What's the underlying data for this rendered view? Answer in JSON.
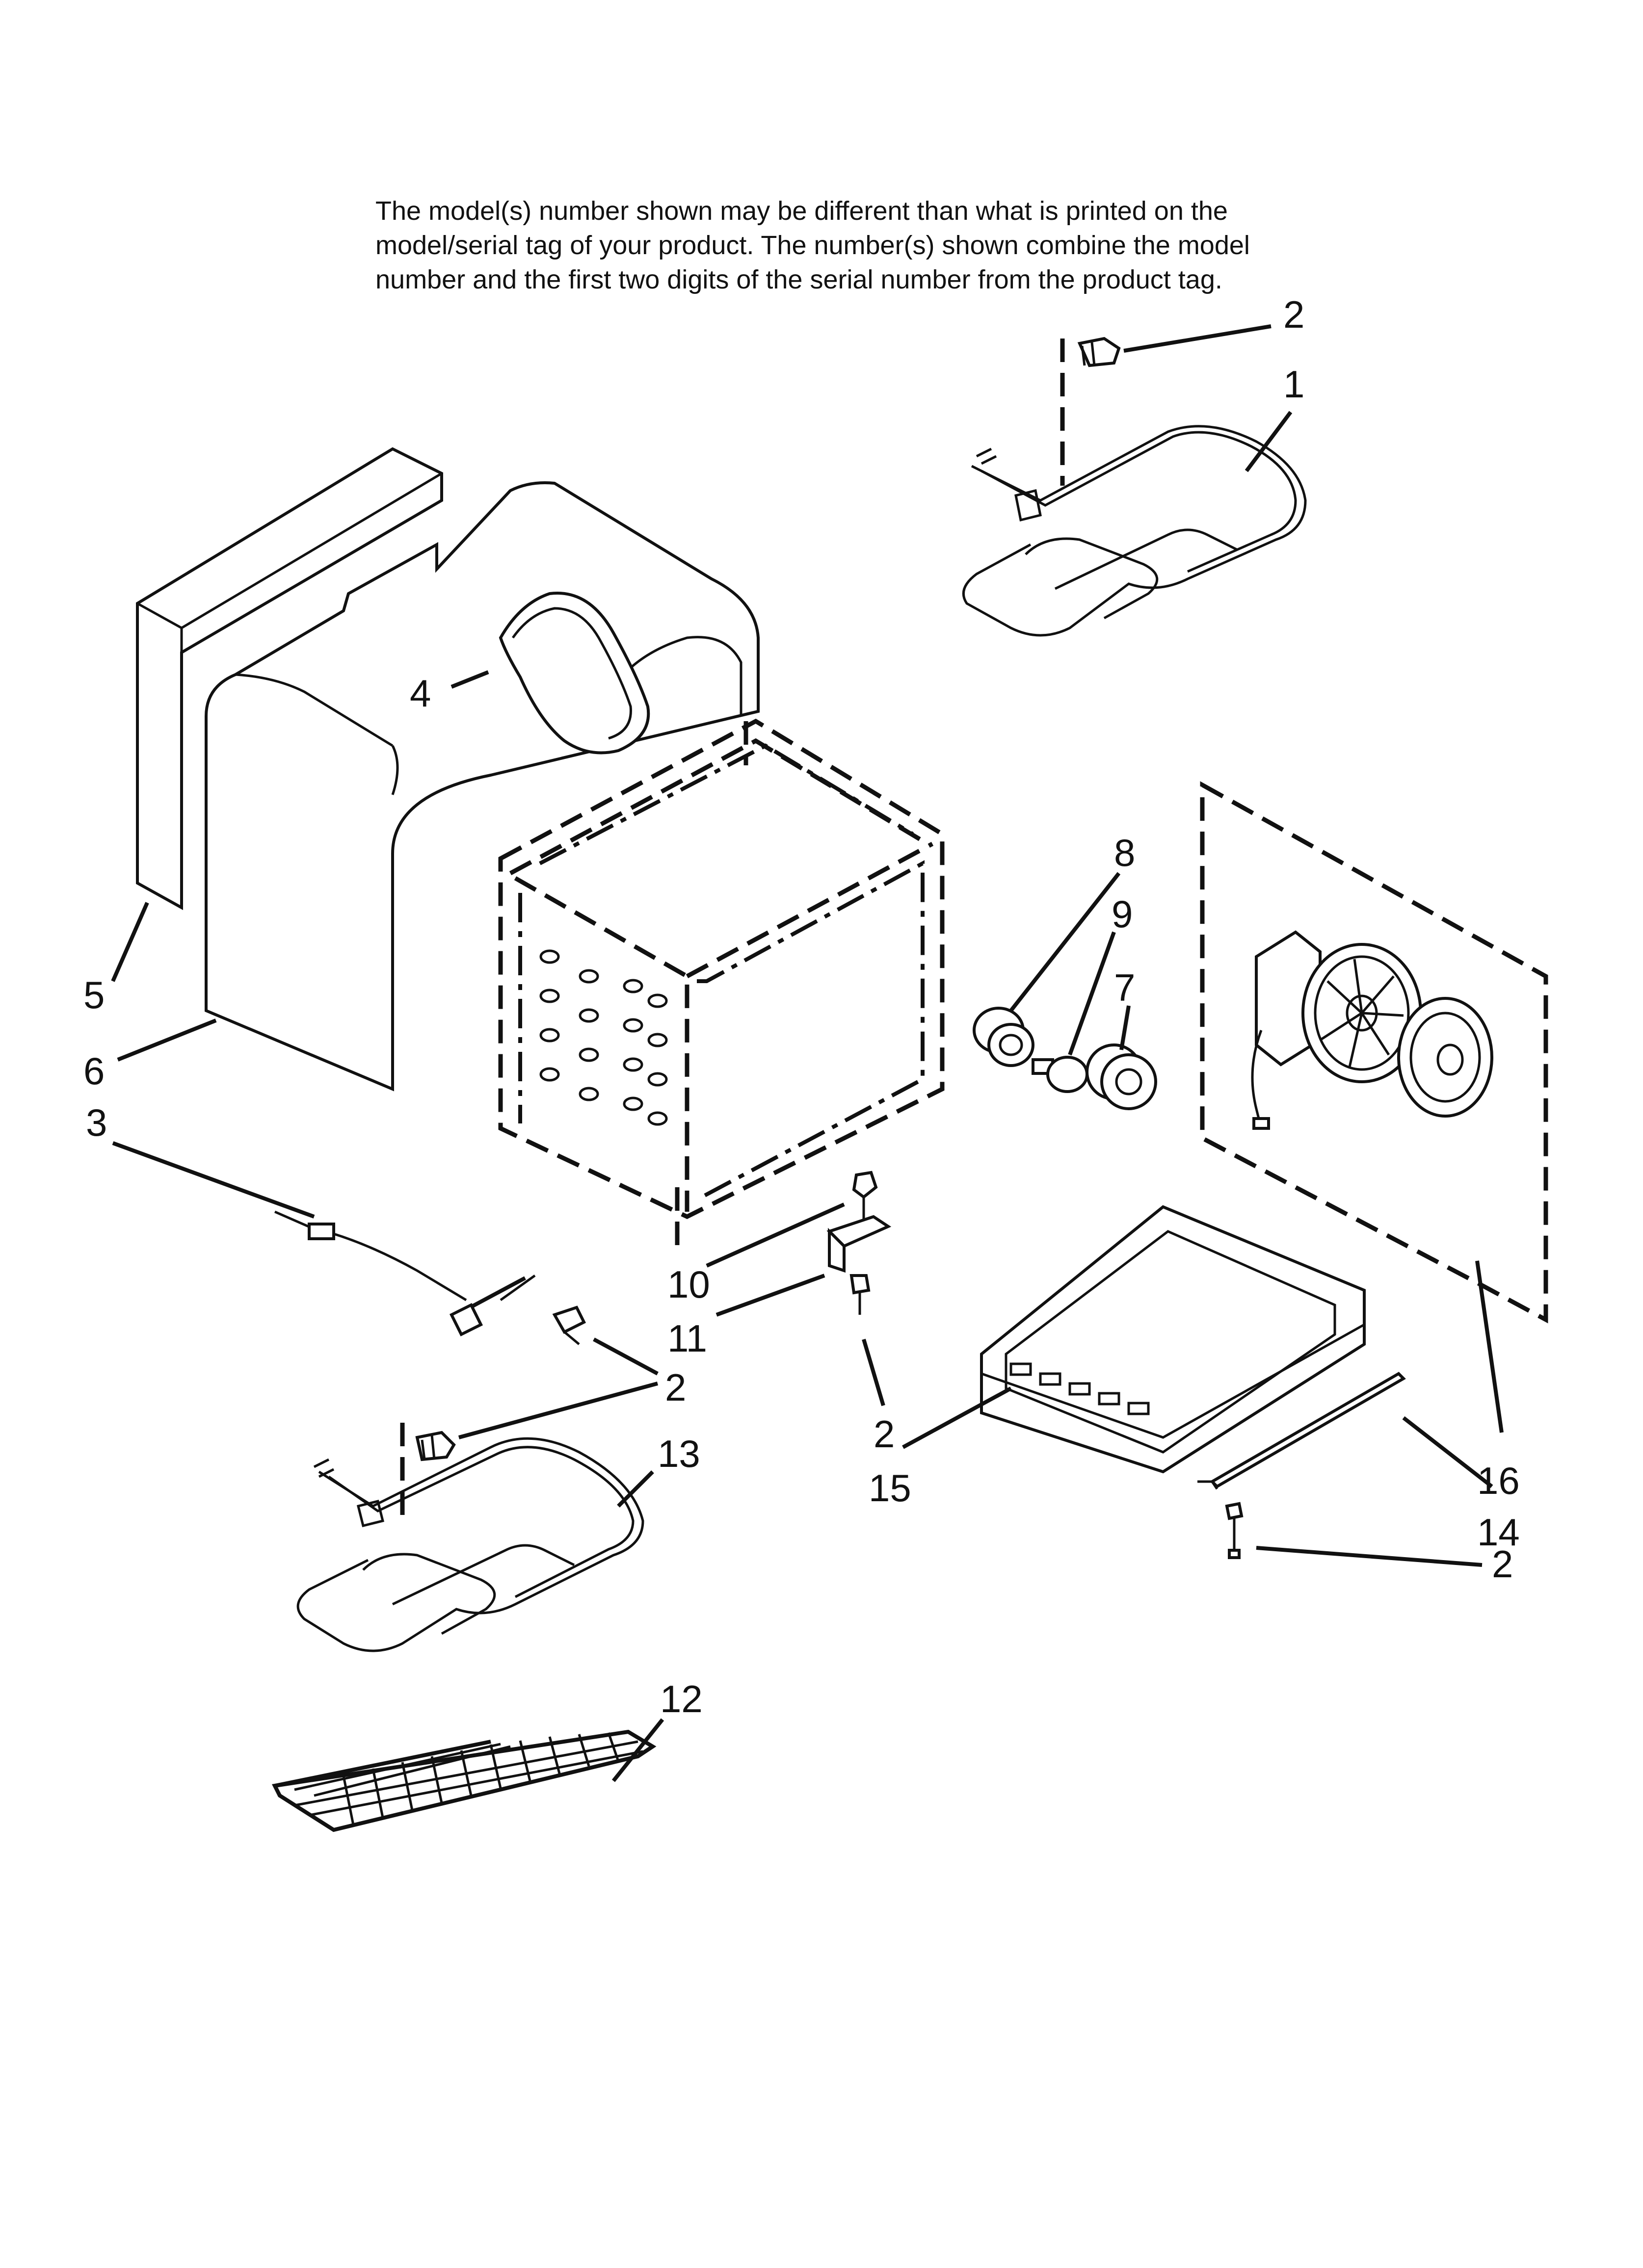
{
  "notice": {
    "line1": "The model(s) number shown may be different than what is printed on the",
    "line2": "model/serial tag of your product. The number(s) shown combine the model",
    "line3": "number and the first two digits of the serial number from the product tag."
  },
  "callouts": {
    "c1": "1",
    "c2_top": "2",
    "c2_mid": "2",
    "c2_center": "2",
    "c2_bottom_right": "2",
    "c3": "3",
    "c4": "4",
    "c5": "5",
    "c6": "6",
    "c7": "7",
    "c8": "8",
    "c9": "9",
    "c10": "10",
    "c11": "11",
    "c12": "12",
    "c13": "13",
    "c14": "14",
    "c15": "15",
    "c16": "16"
  },
  "colors": {
    "ink": "#111111",
    "paper": "#ffffff"
  }
}
